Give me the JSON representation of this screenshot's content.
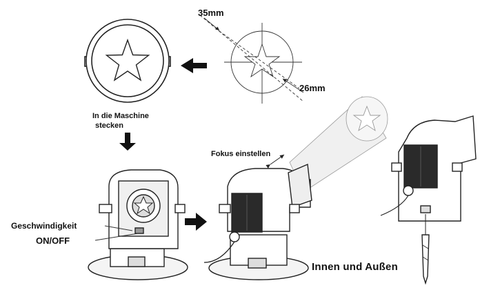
{
  "dimension_top": "35mm",
  "dimension_bottom": "26mm",
  "insert_instruction_line1": "In die Maschine",
  "insert_instruction_line2": "stecken",
  "focus_label": "Fokus einstellen",
  "speed_label": "Geschwindigkeit",
  "power_label": "ON/OFF",
  "usage_caption": "Innen und Außen",
  "colors": {
    "line": "#222222",
    "panel": "#2a2a2a",
    "fill_light": "#f4f4f4",
    "beam": "#eeeeee"
  }
}
